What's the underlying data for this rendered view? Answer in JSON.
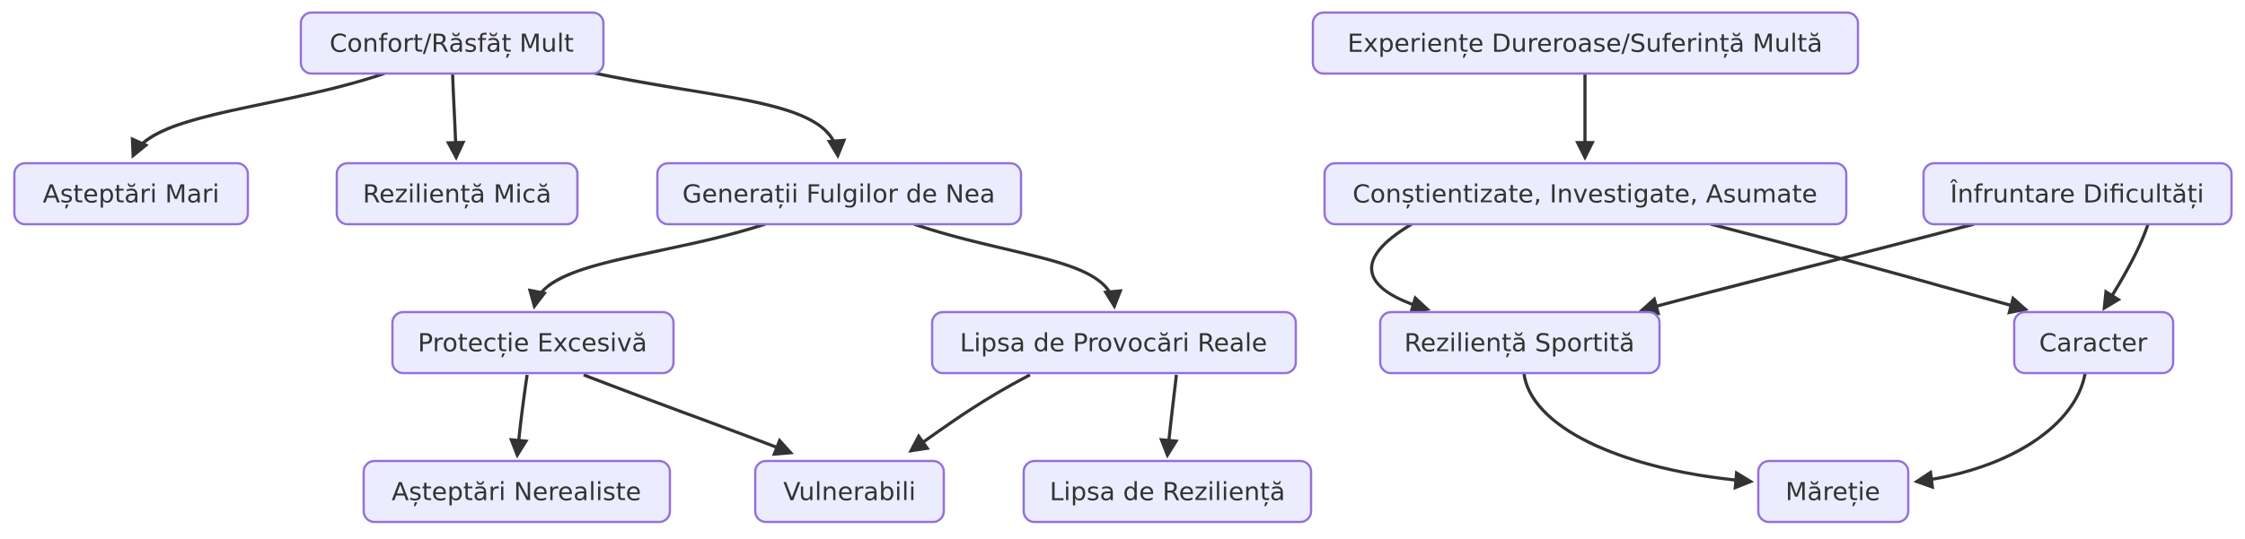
{
  "diagram": {
    "type": "flowchart-top-down",
    "colors": {
      "background": "#ffffff",
      "node_fill": "#ECECFF",
      "node_border": "#9370DB",
      "node_text": "#333333",
      "edge": "#333333"
    },
    "nodes": {
      "confort": {
        "label": "Confort/Răsfăț Mult"
      },
      "asteptari_mari": {
        "label": "Așteptări Mari"
      },
      "rezilienta_mica": {
        "label": "Reziliență Mică"
      },
      "generatii": {
        "label": "Generații Fulgilor de Nea"
      },
      "protectie_excesiva": {
        "label": "Protecție Excesivă"
      },
      "lipsa_provocari": {
        "label": "Lipsa de Provocări Reale"
      },
      "asteptari_nerealiste": {
        "label": "Așteptări Nerealiste"
      },
      "vulnerabili": {
        "label": "Vulnerabili"
      },
      "lipsa_rezilienta": {
        "label": "Lipsa de Reziliență"
      },
      "experiente": {
        "label": "Experiențe Dureroase/Suferință Multă"
      },
      "constientizate": {
        "label": "Conștientizate, Investigate, Asumate"
      },
      "infruntare": {
        "label": "Înfruntare Dificultăți"
      },
      "rezilienta_sportita": {
        "label": "Reziliență Sportită"
      },
      "caracter": {
        "label": "Caracter"
      },
      "maretie": {
        "label": "Măreție"
      }
    },
    "edges": [
      {
        "from": "confort",
        "to": "asteptari_mari"
      },
      {
        "from": "confort",
        "to": "rezilienta_mica"
      },
      {
        "from": "confort",
        "to": "generatii"
      },
      {
        "from": "generatii",
        "to": "protectie_excesiva"
      },
      {
        "from": "generatii",
        "to": "lipsa_provocari"
      },
      {
        "from": "protectie_excesiva",
        "to": "asteptari_nerealiste"
      },
      {
        "from": "protectie_excesiva",
        "to": "vulnerabili"
      },
      {
        "from": "lipsa_provocari",
        "to": "vulnerabili"
      },
      {
        "from": "lipsa_provocari",
        "to": "lipsa_rezilienta"
      },
      {
        "from": "experiente",
        "to": "constientizate"
      },
      {
        "from": "constientizate",
        "to": "rezilienta_sportita"
      },
      {
        "from": "constientizate",
        "to": "caracter"
      },
      {
        "from": "infruntare",
        "to": "rezilienta_sportita"
      },
      {
        "from": "infruntare",
        "to": "caracter"
      },
      {
        "from": "rezilienta_sportita",
        "to": "maretie"
      },
      {
        "from": "caracter",
        "to": "maretie"
      }
    ]
  }
}
